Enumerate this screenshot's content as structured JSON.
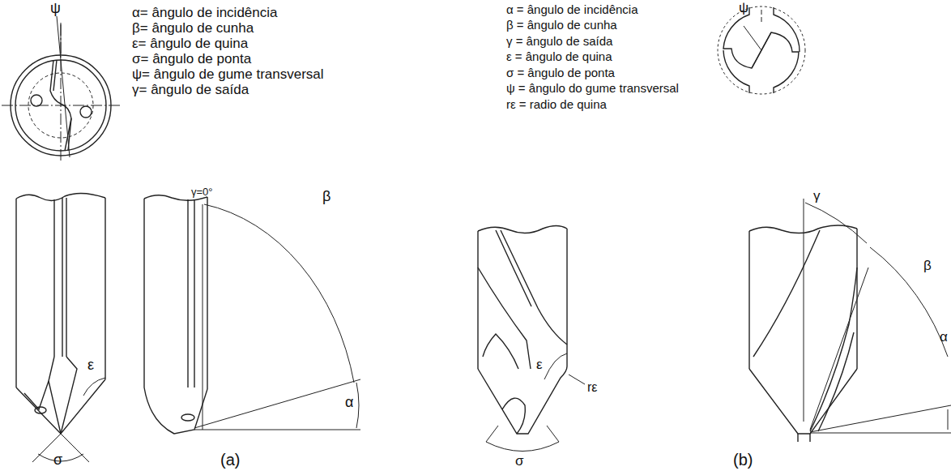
{
  "diagram": {
    "labels": [
      "α= ângulo de incidência",
      "β= ângulo de cunha",
      "ε= ângulo de quina",
      "σ= ângulo de ponta",
      "ψ= ângulo de gume transversal",
      "γ= ângulo de saída",
      "ψ",
      "ε",
      "σ",
      "γ=0°",
      "β",
      "α",
      "(a)",
      "α = ângulo de incidência",
      "β = ângulo de cunha",
      "γ = ângulo de saída",
      "ε = ângulo de quina",
      "σ = ângulo de ponta",
      "ψ = ângulo do gume transversal",
      "rε = radio de quina",
      "ψ",
      "ε",
      "rε",
      "σ",
      "γ",
      "β",
      "α",
      "(b)"
    ]
  }
}
